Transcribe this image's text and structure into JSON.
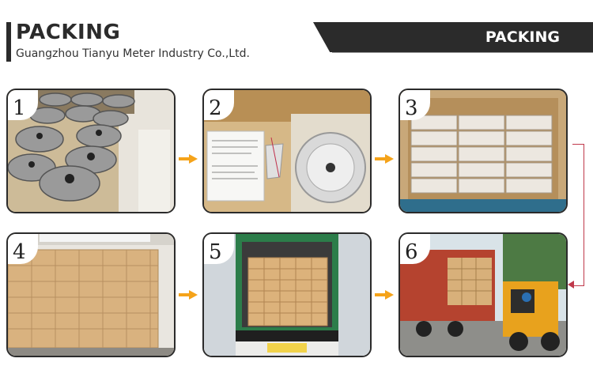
{
  "header": {
    "title": "PACKING",
    "subtitle": "Guangzhou Tianyu Meter Industry Co.,Ltd.",
    "banner": "PACKING"
  },
  "colors": {
    "dark": "#2b2b2b",
    "arrow": "#f5a31a",
    "bracket": "#c0394b"
  },
  "steps": [
    {
      "number": "1"
    },
    {
      "number": "2"
    },
    {
      "number": "3"
    },
    {
      "number": "4"
    },
    {
      "number": "5"
    },
    {
      "number": "6"
    }
  ]
}
